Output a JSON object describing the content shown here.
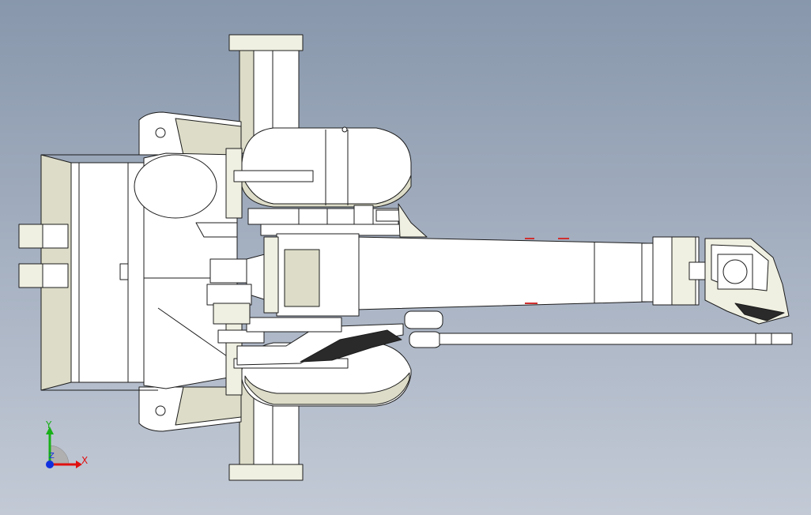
{
  "viewport": {
    "background_top": "#8897ac",
    "background_bottom": "#c3cad6",
    "part_fill": "#ffffff",
    "part_shadow": "#dcdcc8",
    "edge_color": "#1c1c1c"
  },
  "triad": {
    "x_label": "X",
    "y_label": "Y",
    "z_label": "Z",
    "x_color": "#e01010",
    "y_color": "#18b018",
    "z_color": "#1030e0"
  }
}
